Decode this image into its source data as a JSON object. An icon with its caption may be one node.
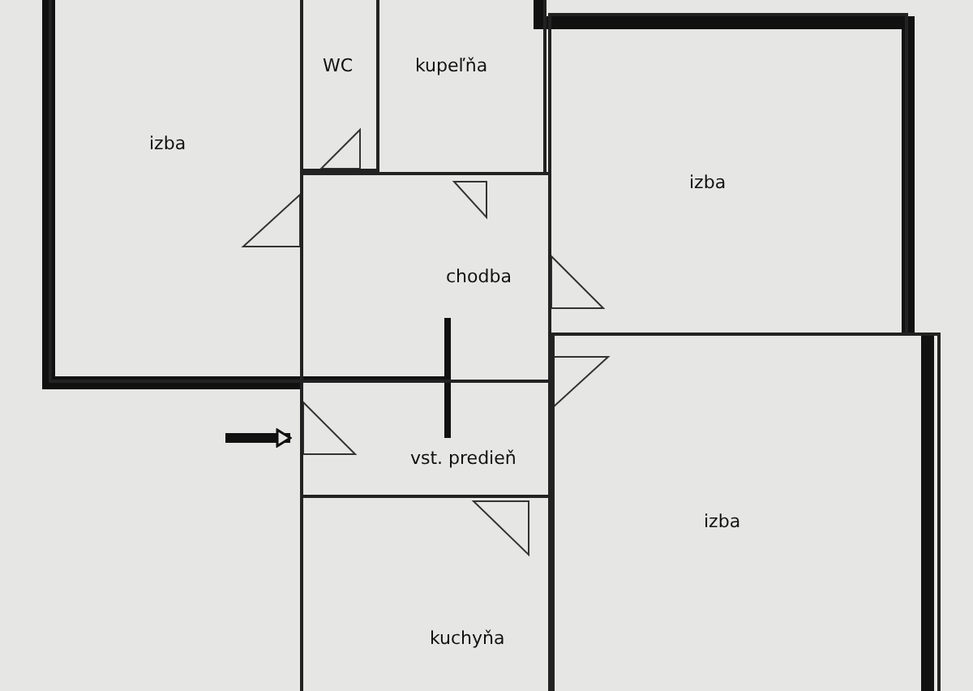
{
  "diagram": {
    "nodes": [
      {
        "text": [
          "izba"
        ]
      },
      {
        "text": [
          "WC"
        ]
      },
      {
        "text": [
          "kupeľňa"
        ]
      },
      {
        "text": [
          "izba"
        ]
      },
      {
        "text": [
          "chodba"
        ]
      },
      {
        "text": [
          "vst. predieň"
        ]
      },
      {
        "text": [
          "izba"
        ]
      },
      {
        "text": [
          "kuchyňa"
        ]
      }
    ],
    "edges": [
      {
        "from": null,
        "to": 5,
        "arrow": "to"
      }
    ]
  }
}
